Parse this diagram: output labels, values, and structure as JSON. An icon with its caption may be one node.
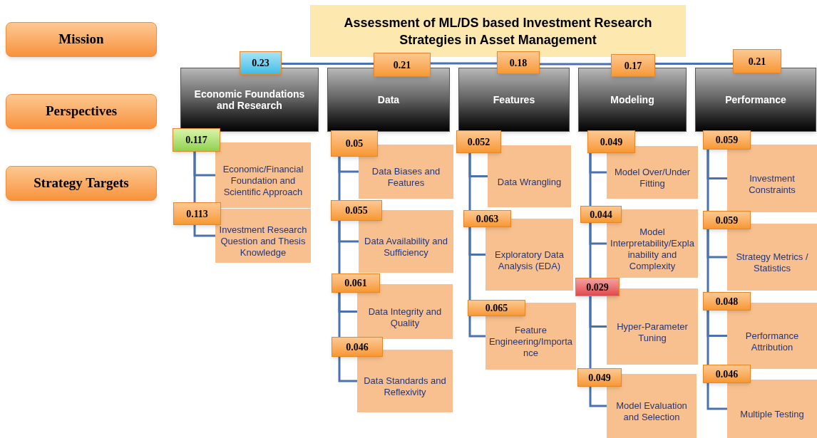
{
  "diagram": {
    "nodes": [
      {
        "text": [
          "Mission"
        ]
      },
      {
        "text": [
          "Perspectives"
        ]
      },
      {
        "text": [
          "Strategy Targets"
        ]
      },
      {
        "text": [
          "Assessment of ML/DS based Investment Research Strategies in Asset Management"
        ]
      },
      {
        "text": [
          "Economic Foundations and Research"
        ]
      },
      {
        "text": [
          "Data"
        ]
      },
      {
        "text": [
          "Features"
        ]
      },
      {
        "text": [
          "Modeling"
        ]
      },
      {
        "text": [
          "Performance"
        ]
      },
      {
        "text": [
          "0.23"
        ]
      },
      {
        "text": [
          "0.21"
        ]
      },
      {
        "text": [
          "0.18"
        ]
      },
      {
        "text": [
          "0.17"
        ]
      },
      {
        "text": [
          "0.21"
        ]
      },
      {
        "text": [
          "0.117"
        ]
      },
      {
        "text": [
          "Economic/Financial Foundation and Scientific Approach"
        ]
      },
      {
        "text": [
          "0.113"
        ]
      },
      {
        "text": [
          "Investment Research Question and Thesis Knowledge"
        ]
      },
      {
        "text": [
          "0.05"
        ]
      },
      {
        "text": [
          "Data Biases and Features"
        ]
      },
      {
        "text": [
          "0.055"
        ]
      },
      {
        "text": [
          "Data Availability and Sufficiency"
        ]
      },
      {
        "text": [
          "0.061"
        ]
      },
      {
        "text": [
          "Data Integrity and Quality"
        ]
      },
      {
        "text": [
          "0.046"
        ]
      },
      {
        "text": [
          "Data Standards and Reflexivity"
        ]
      },
      {
        "text": [
          "0.052"
        ]
      },
      {
        "text": [
          "Data Wrangling"
        ]
      },
      {
        "text": [
          "0.063"
        ]
      },
      {
        "text": [
          "Exploratory Data Analysis (EDA)"
        ]
      },
      {
        "text": [
          "0.065"
        ]
      },
      {
        "text": [
          "Feature Engineering/Importance"
        ]
      },
      {
        "text": [
          "0.049"
        ]
      },
      {
        "text": [
          "Model Over/Under Fitting"
        ]
      },
      {
        "text": [
          "0.044"
        ]
      },
      {
        "text": [
          "Model Interpretability/Explainability and Complexity"
        ]
      },
      {
        "text": [
          "0.029"
        ]
      },
      {
        "text": [
          "Hyper-Parameter Tuning"
        ]
      },
      {
        "text": [
          "0.049"
        ]
      },
      {
        "text": [
          "Model Evaluation and Selection"
        ]
      },
      {
        "text": [
          "0.059"
        ]
      },
      {
        "text": [
          "Investment Constraints"
        ]
      },
      {
        "text": [
          "0.059"
        ]
      },
      {
        "text": [
          "Strategy Metrics / Statistics"
        ]
      },
      {
        "text": [
          "0.048"
        ]
      },
      {
        "text": [
          "Performance Attribution"
        ]
      },
      {
        "text": [
          "0.046"
        ]
      },
      {
        "text": [
          "Multiple Testing"
        ]
      }
    ],
    "edges": [
      {
        "from": 9,
        "to": 10,
        "arrow": "none"
      },
      {
        "from": 10,
        "to": 11,
        "arrow": "none"
      },
      {
        "from": 11,
        "to": 12,
        "arrow": "none"
      },
      {
        "from": 12,
        "to": 13,
        "arrow": "none"
      },
      {
        "from": 14,
        "to": 15,
        "arrow": "none"
      },
      {
        "from": 14,
        "to": 16,
        "arrow": "none"
      },
      {
        "from": 16,
        "to": 17,
        "arrow": "none"
      },
      {
        "from": 18,
        "to": 19,
        "arrow": "none"
      },
      {
        "from": 18,
        "to": 20,
        "arrow": "none"
      },
      {
        "from": 20,
        "to": 21,
        "arrow": "none"
      },
      {
        "from": 20,
        "to": 22,
        "arrow": "none"
      },
      {
        "from": 22,
        "to": 23,
        "arrow": "none"
      },
      {
        "from": 22,
        "to": 24,
        "arrow": "none"
      },
      {
        "from": 24,
        "to": 25,
        "arrow": "none"
      },
      {
        "from": 26,
        "to": 27,
        "arrow": "none"
      },
      {
        "from": 26,
        "to": 28,
        "arrow": "none"
      },
      {
        "from": 28,
        "to": 29,
        "arrow": "none"
      },
      {
        "from": 28,
        "to": 30,
        "arrow": "none"
      },
      {
        "from": 30,
        "to": 31,
        "arrow": "none"
      },
      {
        "from": 32,
        "to": 33,
        "arrow": "none"
      },
      {
        "from": 32,
        "to": 34,
        "arrow": "none"
      },
      {
        "from": 34,
        "to": 35,
        "arrow": "none"
      },
      {
        "from": 34,
        "to": 36,
        "arrow": "none"
      },
      {
        "from": 36,
        "to": 37,
        "arrow": "none"
      },
      {
        "from": 36,
        "to": 38,
        "arrow": "none"
      },
      {
        "from": 38,
        "to": 39,
        "arrow": "none"
      },
      {
        "from": 40,
        "to": 41,
        "arrow": "none"
      },
      {
        "from": 40,
        "to": 42,
        "arrow": "none"
      },
      {
        "from": 42,
        "to": 43,
        "arrow": "none"
      },
      {
        "from": 42,
        "to": 44,
        "arrow": "none"
      },
      {
        "from": 44,
        "to": 45,
        "arrow": "none"
      },
      {
        "from": 44,
        "to": 46,
        "arrow": "none"
      },
      {
        "from": 46,
        "to": 47,
        "arrow": "none"
      }
    ]
  }
}
